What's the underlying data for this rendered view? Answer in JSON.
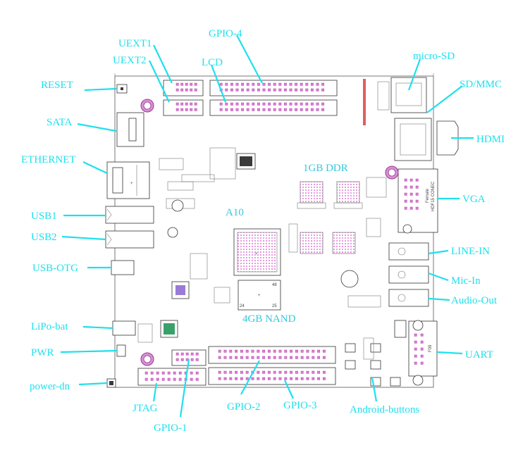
{
  "labels": {
    "uext1": "UEXT1",
    "uext2": "UEXT2",
    "gpio4": "GPIO-4",
    "lcd": "LCD",
    "micro_sd": "micro-SD",
    "sd_mmc": "SD/MMC",
    "hdmi": "HDMI",
    "reset": "RESET",
    "sata": "SATA",
    "ethernet": "ETHERNET",
    "usb1": "USB1",
    "usb2": "USB2",
    "usb_otg": "USB-OTG",
    "lipo_bat": "LiPo-bat",
    "pwr": "PWR",
    "power_dn": "power-dn",
    "jtag": "JTAG",
    "gpio1": "GPIO-1",
    "gpio2": "GPIO-2",
    "gpio3": "GPIO-3",
    "android_buttons": "Android-buttons",
    "uart": "UART",
    "audio_out": "Audio-Out",
    "mic_in": "Mic-In",
    "line_in": "LINE-IN",
    "vga": "VGA"
  },
  "chips": {
    "ddr": "1GB DDR",
    "cpu": "A10",
    "nand": "4GB NAND"
  },
  "silk": {
    "vga_female": "Female",
    "vga_conn": "HDF15 CONEC",
    "uart_conn": "F09"
  },
  "colors": {
    "label": "#1ee0ee",
    "pin": "#e07ad8",
    "outline": "#555555"
  }
}
